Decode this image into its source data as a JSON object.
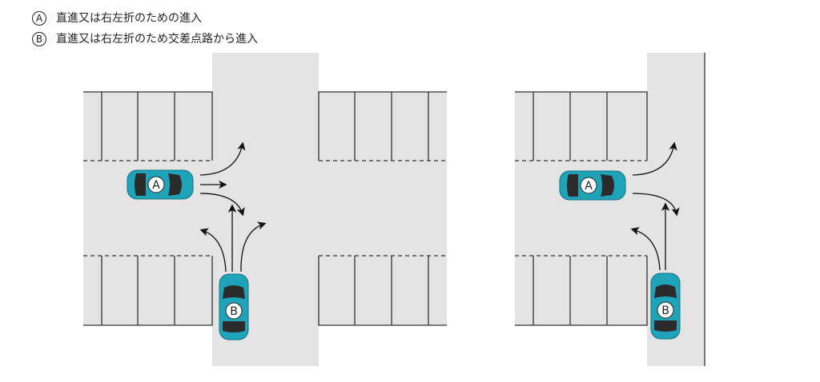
{
  "legend": [
    {
      "mark": "A",
      "text": "直進又は右左折のための進入"
    },
    {
      "mark": "B",
      "text": "直進又は右左折のため交差点路から進入"
    }
  ],
  "cars": {
    "a_label": "A",
    "b_label": "B"
  },
  "colors": {
    "road": "#e4e4e4",
    "car": "#1fa3b8",
    "line": "#333333"
  }
}
